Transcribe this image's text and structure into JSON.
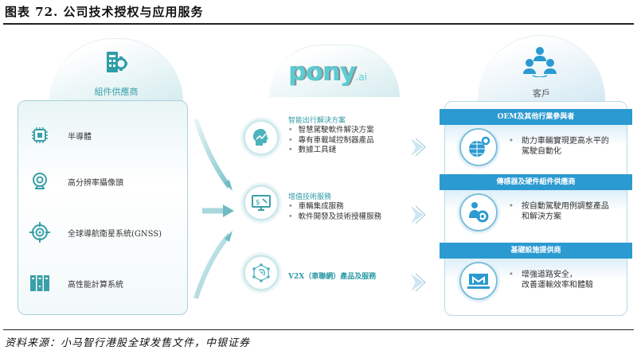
{
  "header": {
    "title": "图表 72. 公司技术授权与应用服务"
  },
  "footer": {
    "source": "资料来源：小马智行港股全球发售文件，中银证券"
  },
  "columns": {
    "suppliers": {
      "label": "組件供應商",
      "icon": "building-gear-icon",
      "items": [
        {
          "label": "半導體",
          "icon": "chip-icon"
        },
        {
          "label": "高分辨率攝像頭",
          "icon": "webcam-icon"
        },
        {
          "label": "全球導航衛星系統(GNSS)",
          "icon": "crosshair-icon"
        },
        {
          "label": "高性能計算系統",
          "icon": "server-rack-icon"
        }
      ]
    },
    "company": {
      "logo_main": "pony",
      "logo_suffix": ".ai",
      "services": [
        {
          "heading": "智能出行解決方案",
          "icon": "ai-head-icon",
          "bullets": [
            "智慧駕駛軟件解決方案",
            "專有車載域控制器產品",
            "數據工具鏈"
          ]
        },
        {
          "heading": "增值技術服務",
          "icon": "dollar-monitor-icon",
          "bullets": [
            "車輛集成服務",
            "軟件開發及技術授權服務"
          ]
        },
        {
          "heading": "V2X（車聯網）產品及服務",
          "icon": "network-hub-icon",
          "bullets": []
        }
      ]
    },
    "customers": {
      "label": "客戶",
      "icon": "people-group-icon",
      "groups": [
        {
          "title": "OEM及其他行業參與者",
          "icon": "globe-gear-icon",
          "text": [
            "助力車輛實現更高水平的",
            "駕駛自動化"
          ]
        },
        {
          "title": "傳感器及硬件組件供應商",
          "icon": "person-gear-icon",
          "text": [
            "按自動駕駛用例調整產品",
            "和解決方案"
          ]
        },
        {
          "title": "基礎設施提供商",
          "icon": "road-infrastructure-icon",
          "text": [
            "增強道路安全，",
            "改善運輸效率和體驗"
          ]
        }
      ]
    }
  },
  "colors": {
    "teal": "#3a9fa8",
    "blue": "#2b9ad1",
    "panel_border": "#a9d2d8"
  }
}
